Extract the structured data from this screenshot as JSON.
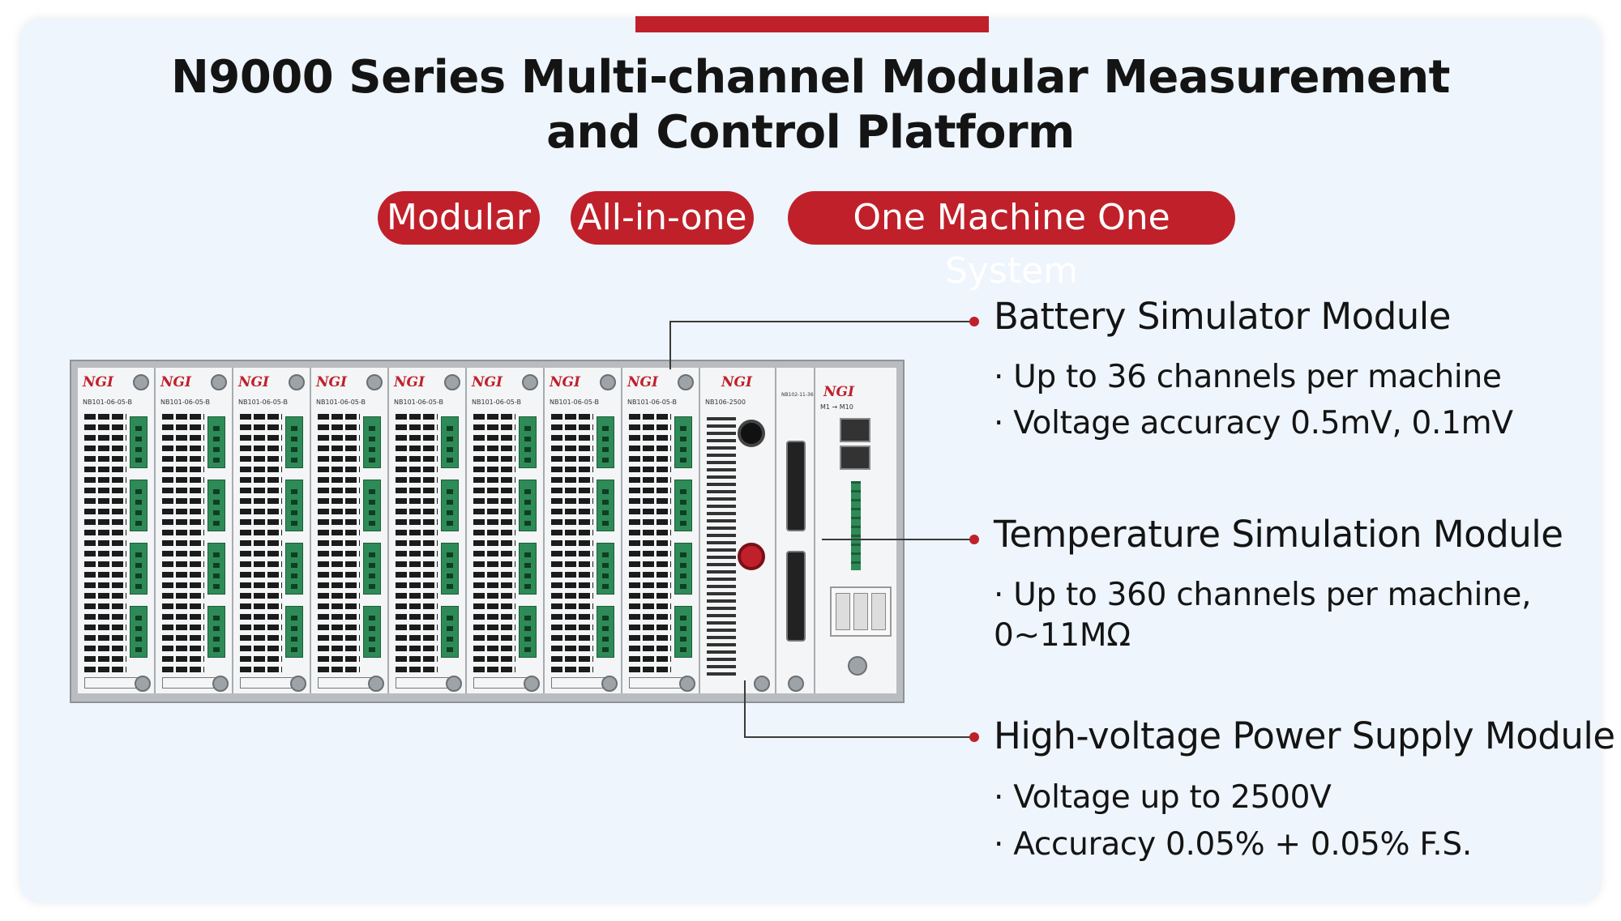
{
  "header": {
    "title_line1": "N9000 Series Multi-channel Modular Measurement",
    "title_line2": "and Control Platform"
  },
  "tags": [
    "Modular",
    "All-in-one",
    "One Machine One System"
  ],
  "device": {
    "brand": "NGI",
    "battery_module_models": [
      "NB101-06-05-B",
      "NB101-06-05-B",
      "NB101-06-05-B",
      "NB101-06-05-B",
      "NB101-06-05-B",
      "NB101-06-05-B",
      "NB101-06-05-B",
      "NB101-06-05-B"
    ],
    "hv_module_model": "NB106-2500",
    "temp_module_model": "NB102-11-36",
    "control_label": "M1 → M10"
  },
  "modules": [
    {
      "name": "Battery Simulator Module",
      "bullets": [
        "· Up to 36 channels per machine",
        "· Voltage accuracy 0.5mV, 0.1mV"
      ]
    },
    {
      "name": "Temperature Simulation Module",
      "bullets": [
        "· Up to 360 channels per machine,",
        "0~11MΩ"
      ]
    },
    {
      "name": "High-voltage Power Supply Module",
      "bullets": [
        "· Voltage up to 2500V",
        "· Accuracy 0.05% + 0.05% F.S."
      ]
    }
  ],
  "colors": {
    "accent": "#c0202a",
    "panel": "#eef5fc",
    "text": "#141414",
    "terminal": "#2e8b57"
  }
}
